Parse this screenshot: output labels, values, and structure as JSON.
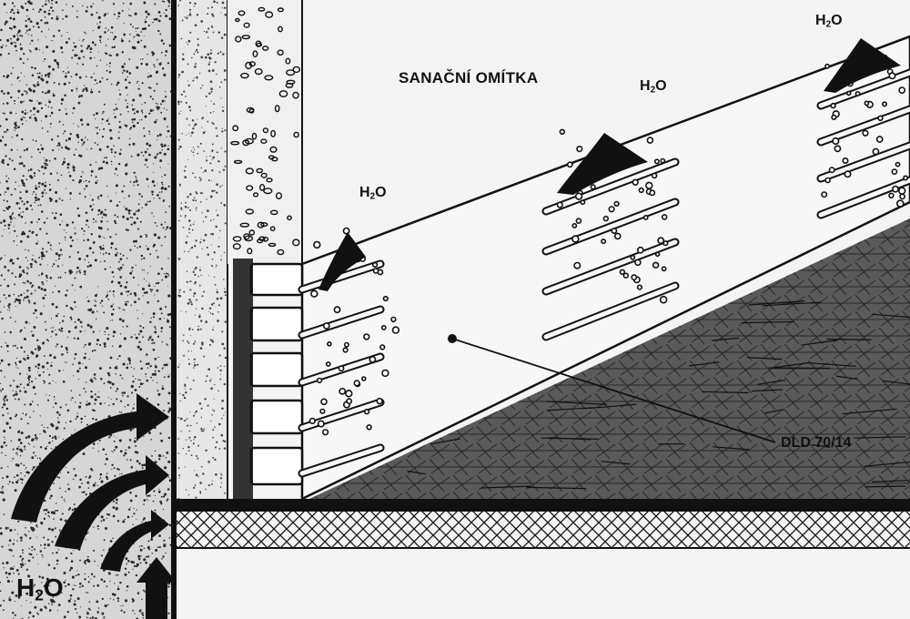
{
  "labels": {
    "sanacni_omitka": "SANAČNÍ OMÍTKA",
    "dld": "DLD 70/14",
    "h2o_prefix": "H",
    "h2o_sub": "2",
    "h2o_suffix": "O"
  },
  "colors": {
    "ink": "#111111",
    "paper": "#f4f4f4",
    "wall_stipple": "#2a2a2a"
  }
}
